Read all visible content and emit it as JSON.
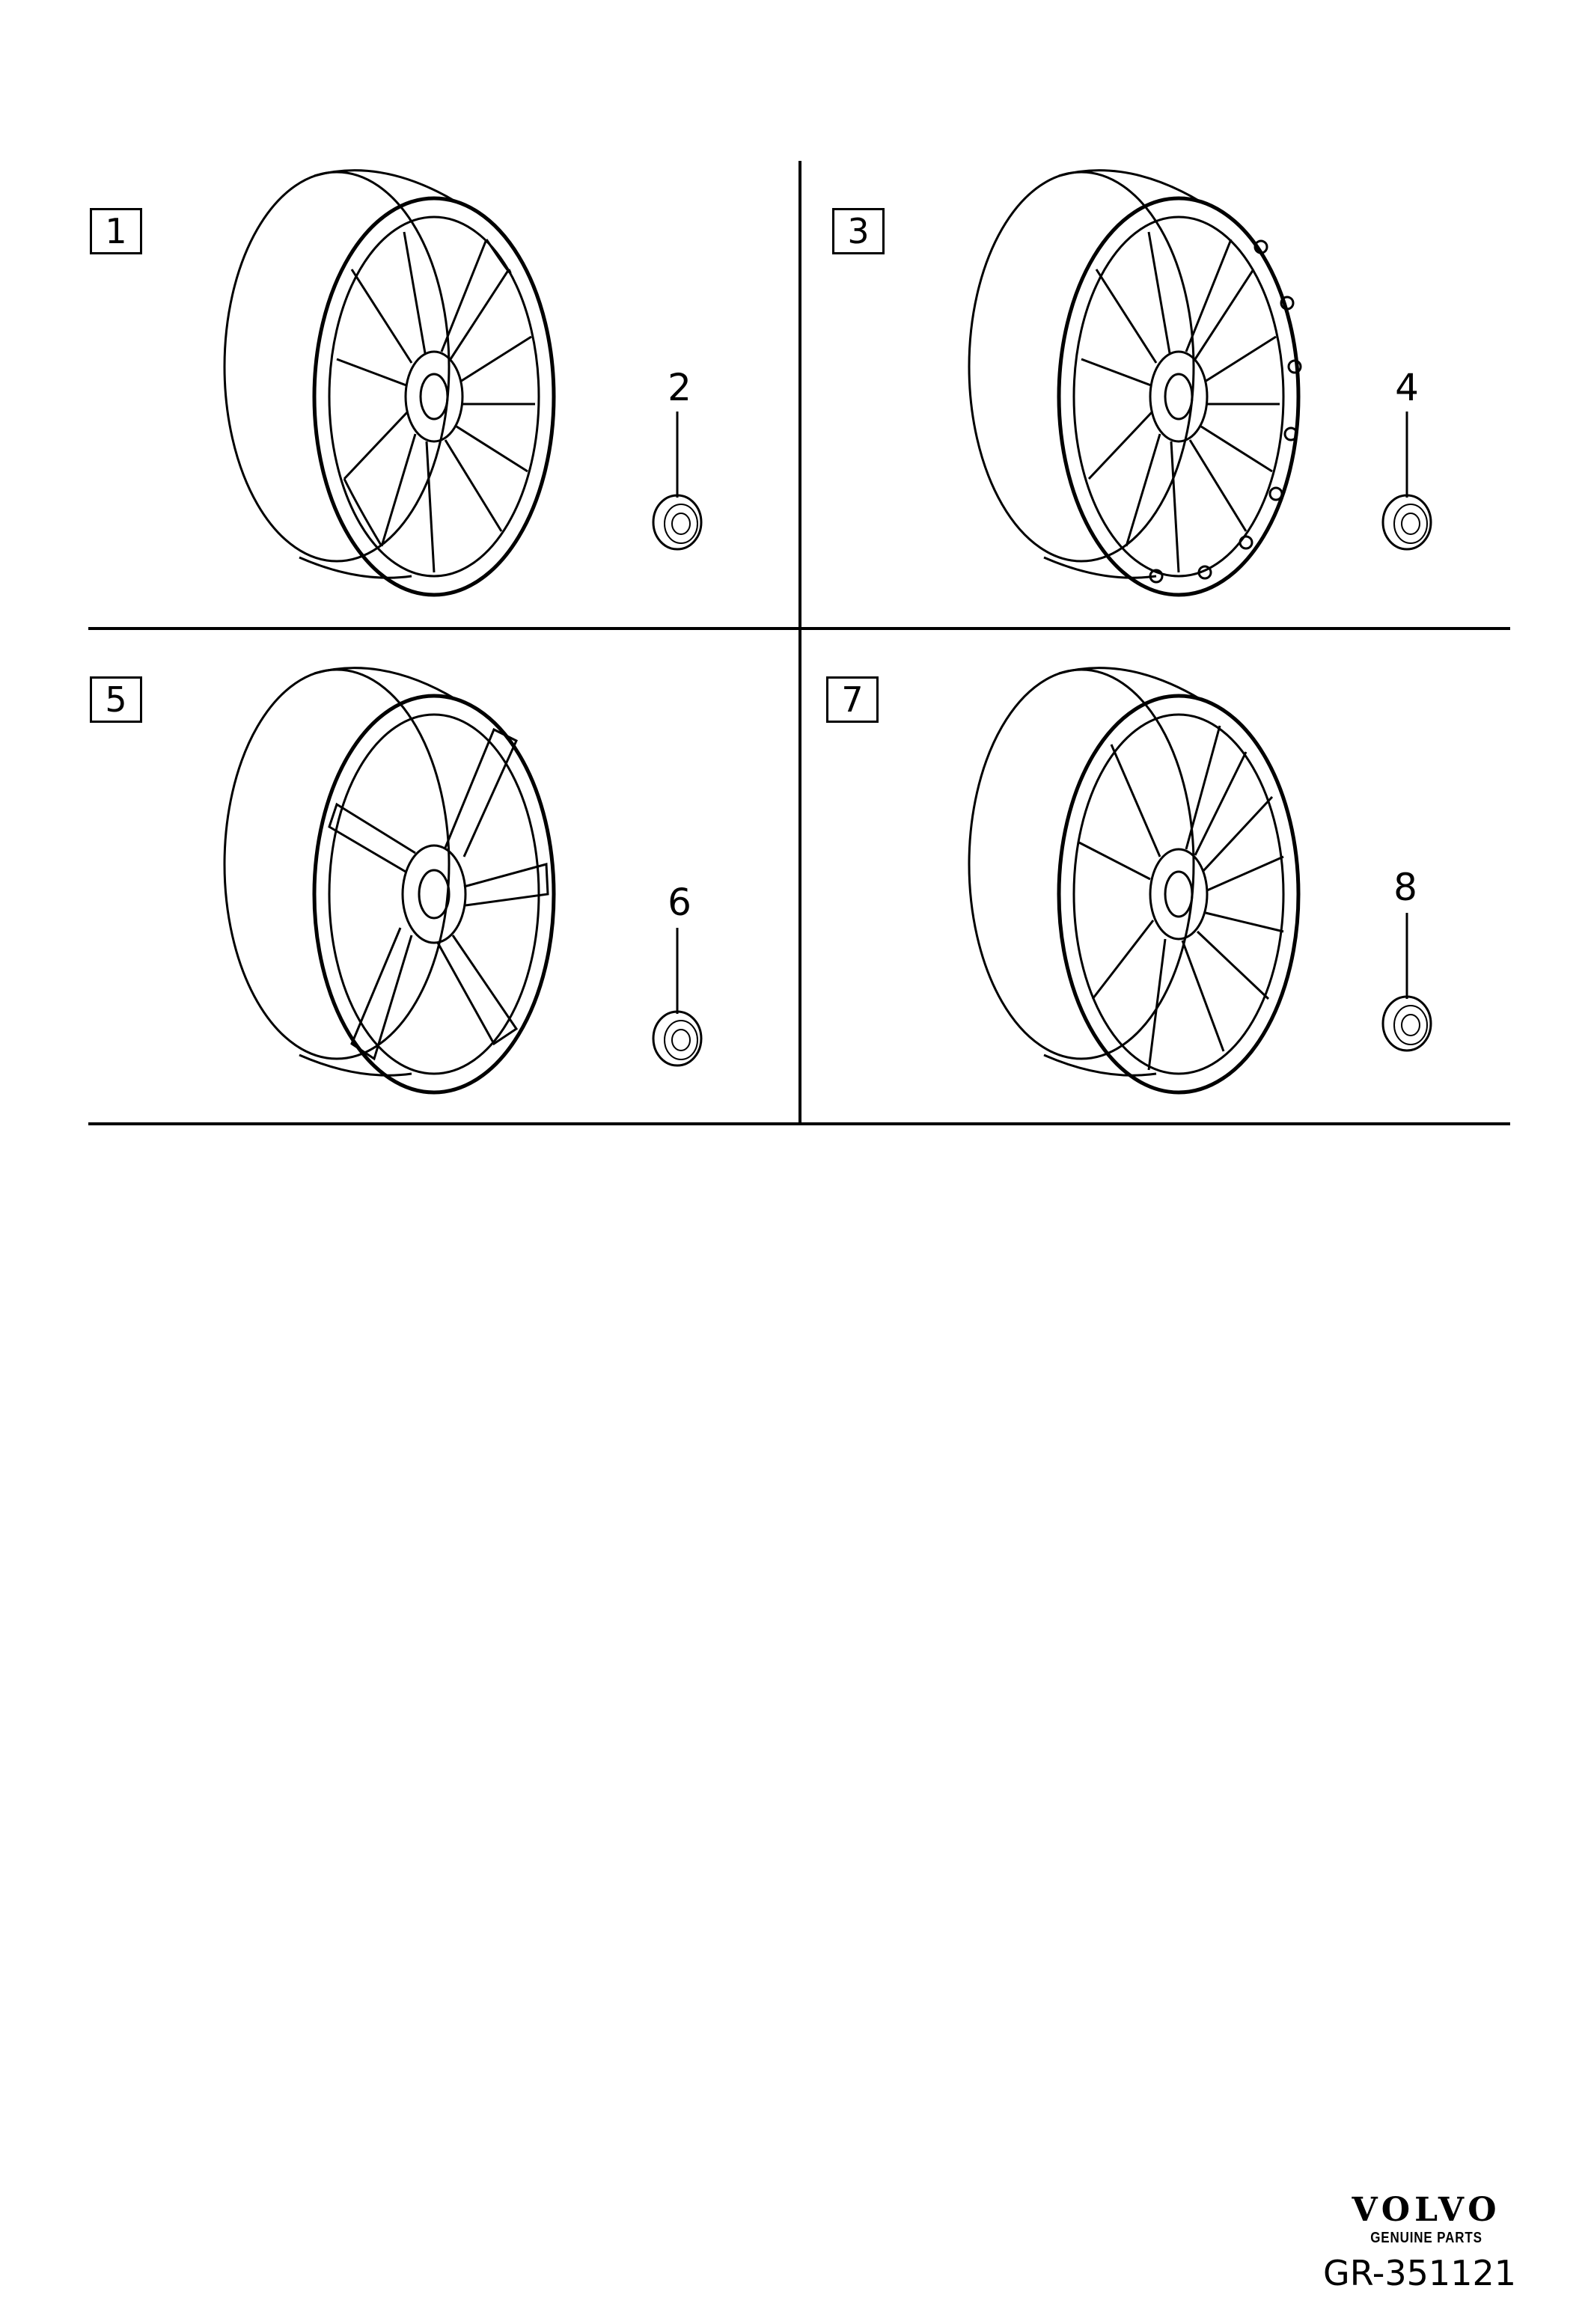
{
  "panels": [
    {
      "id": "panel-1",
      "item_number": "1",
      "cap_number": "2",
      "wheel_style": "multi-spoke-y"
    },
    {
      "id": "panel-3",
      "item_number": "3",
      "cap_number": "4",
      "wheel_style": "multi-spoke-y-bolts"
    },
    {
      "id": "panel-5",
      "item_number": "5",
      "cap_number": "6",
      "wheel_style": "five-spoke"
    },
    {
      "id": "panel-7",
      "item_number": "7",
      "cap_number": "8",
      "wheel_style": "ten-spoke"
    }
  ],
  "brand": {
    "name": "VOLVO",
    "subtitle": "GENUINE PARTS"
  },
  "reference": "GR-351121"
}
